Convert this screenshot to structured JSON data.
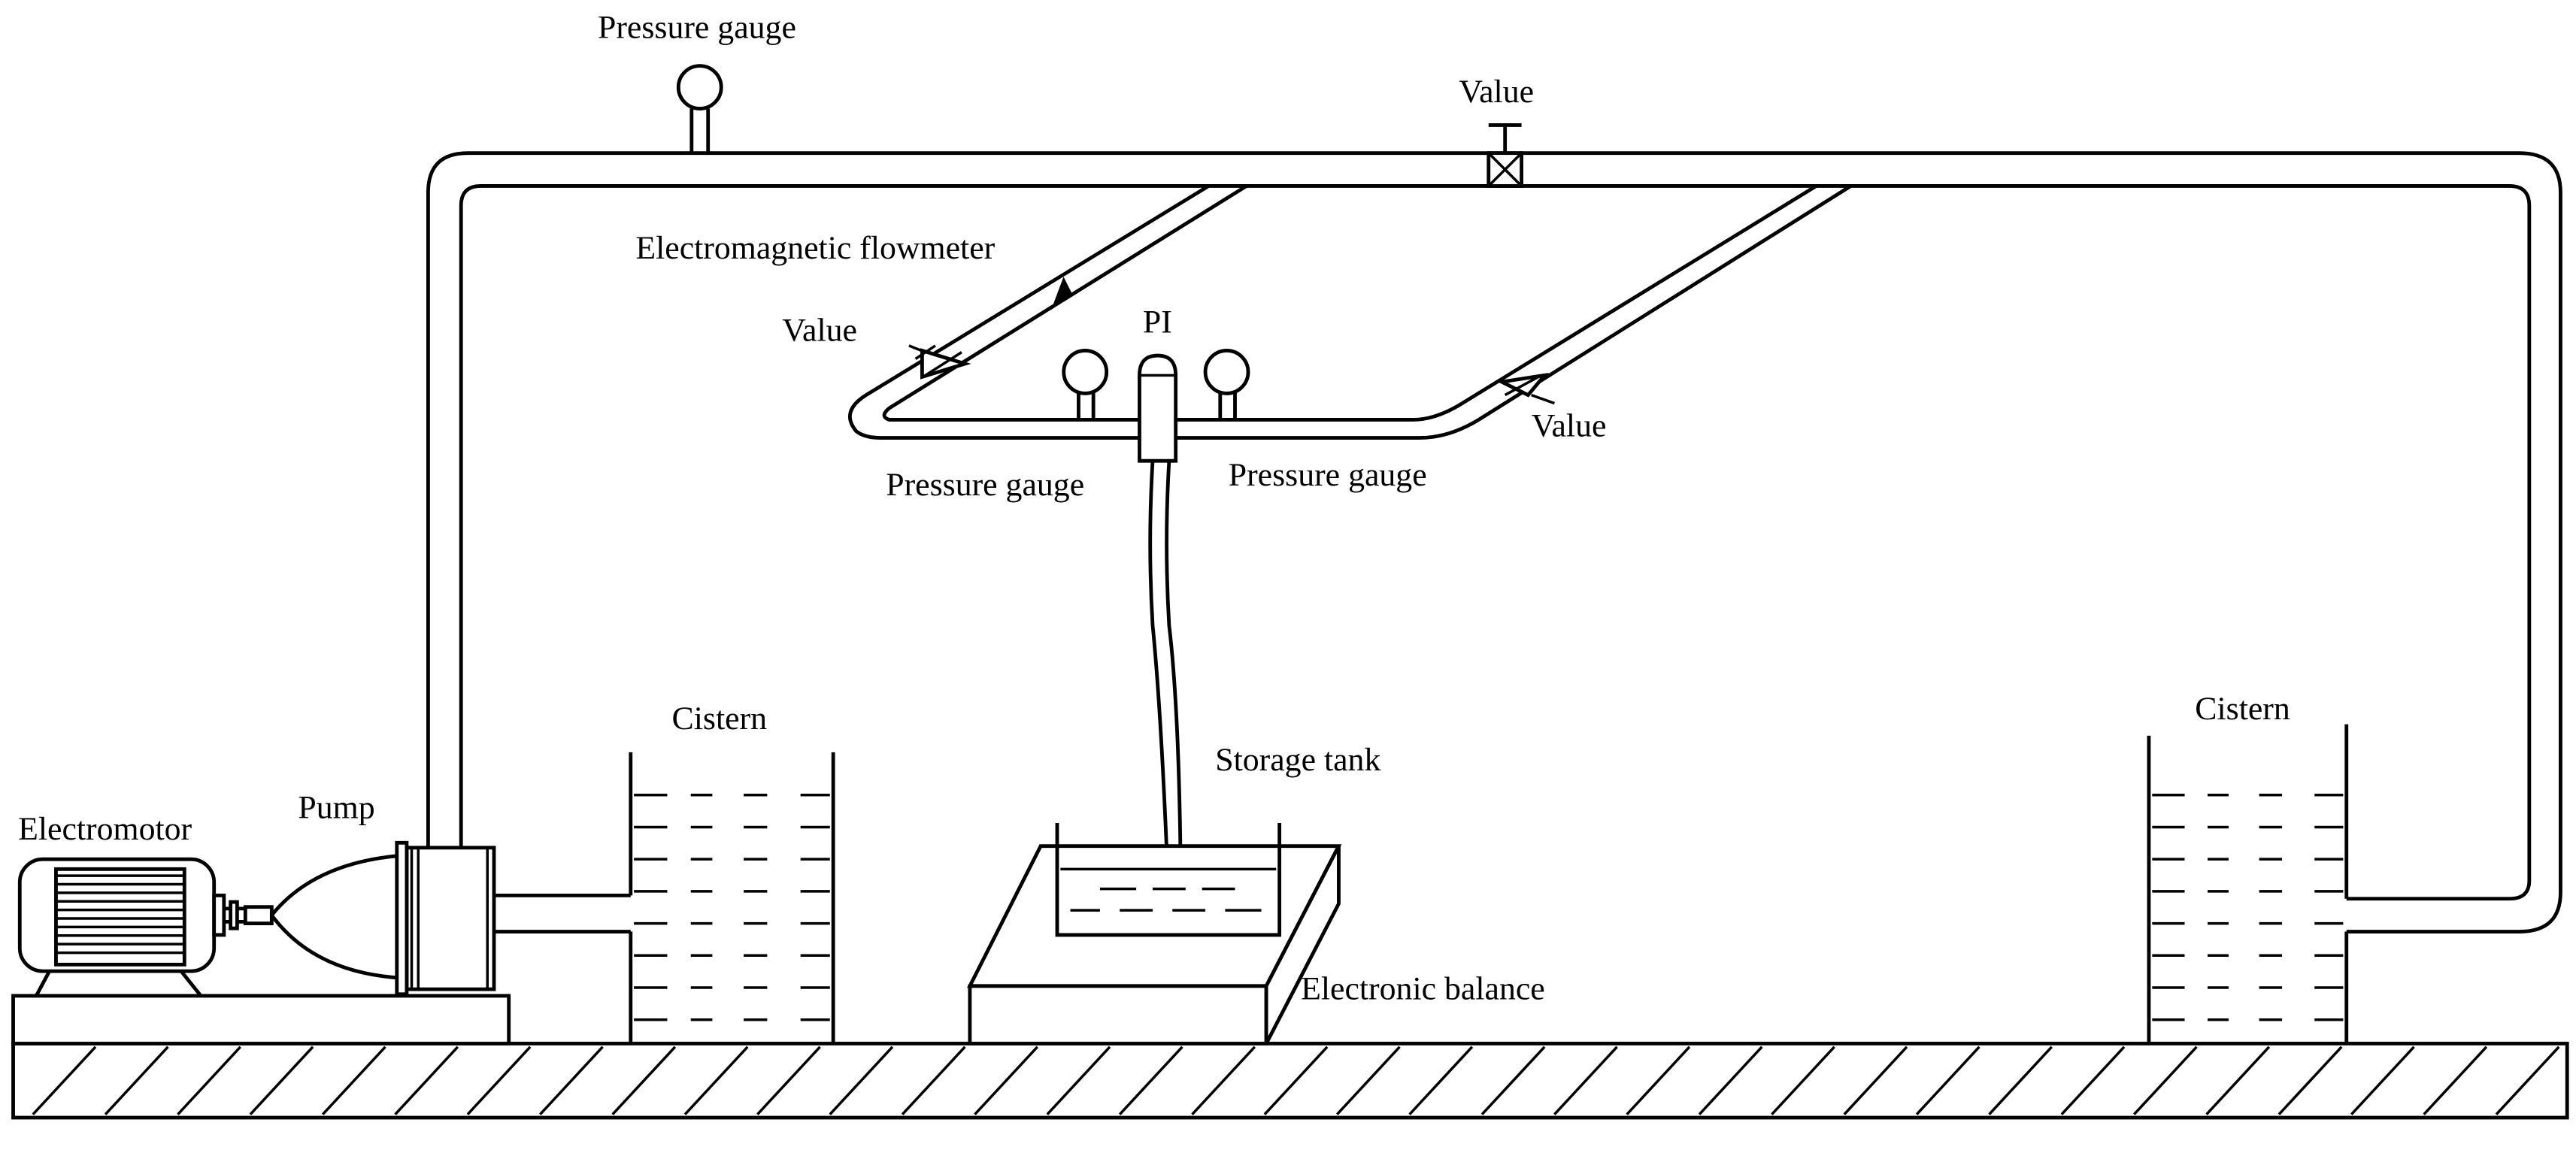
{
  "labels": {
    "pressure_gauge_top": "Pressure gauge",
    "value_top": "Value",
    "electromagnetic_flowmeter": "Electromagnetic flowmeter",
    "value_left": "Value",
    "pi": "PI",
    "value_right": "Value",
    "pressure_gauge_left": "Pressure gauge",
    "pressure_gauge_right": "Pressure gauge",
    "cistern_left": "Cistern",
    "cistern_right": "Cistern",
    "storage_tank": "Storage tank",
    "electromotor": "Electromotor",
    "pump": "Pump",
    "electronic_balance": "Electronic balance"
  }
}
